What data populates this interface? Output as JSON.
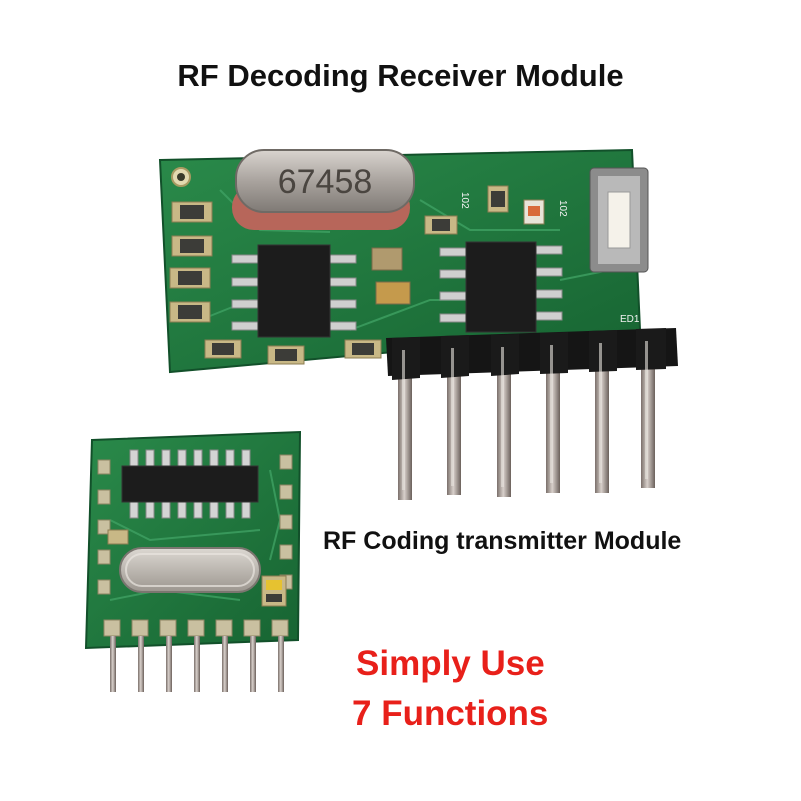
{
  "title": "RF Decoding Receiver Module",
  "transmitter_label": "RF Coding transmitter Module",
  "slogan_line1": "Simply Use",
  "slogan_line2": "7 Functions",
  "receiver_crystal_marking": "67458",
  "silkscreen": {
    "r102": "102",
    "r101": "102",
    "led": "ED1"
  },
  "colors": {
    "background": "#ffffff",
    "heading": "#111111",
    "slogan": "#e8201a",
    "pcb_green": "#1f7a3e"
  }
}
